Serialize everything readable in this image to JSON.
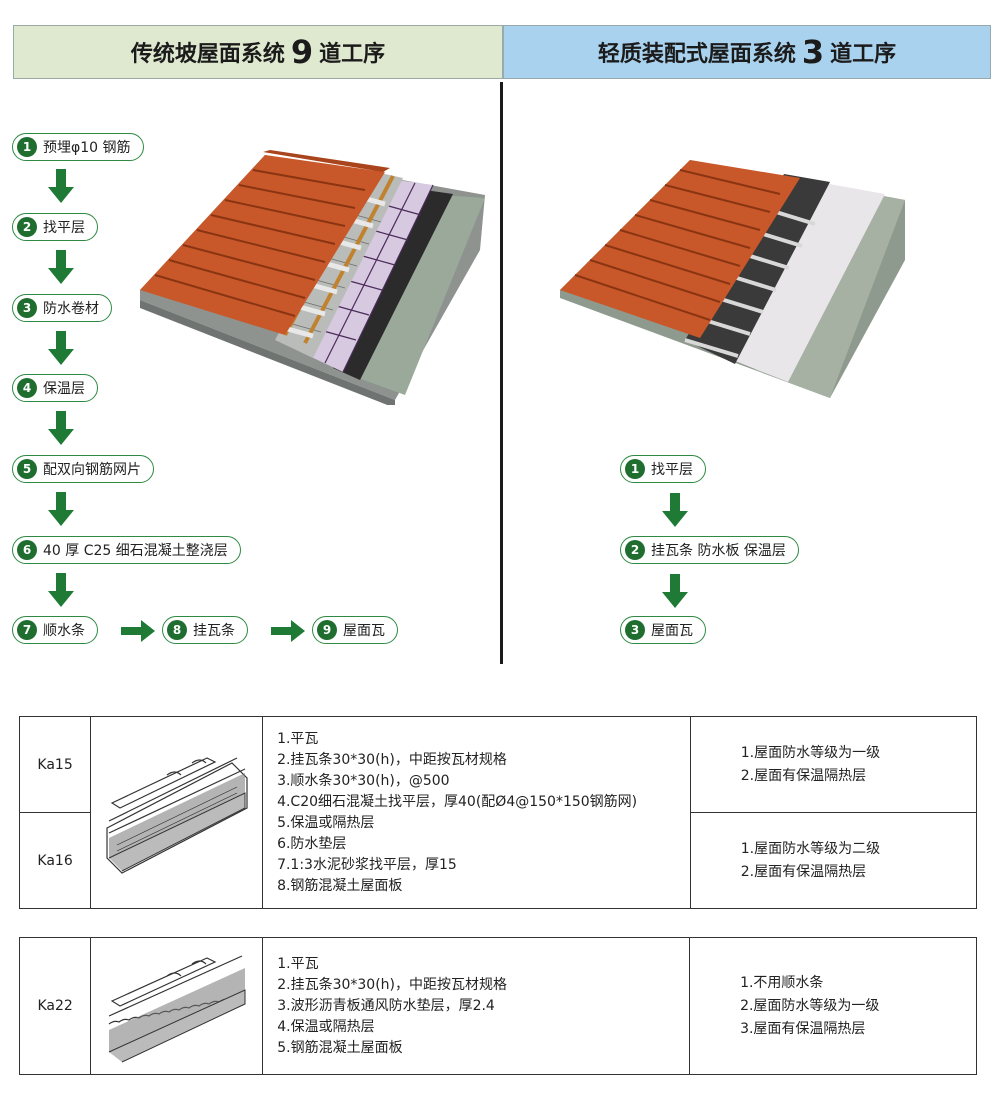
{
  "header_left": {
    "prefix": "传统坡屋面系统",
    "number": "9",
    "suffix": "道工序"
  },
  "header_right": {
    "prefix": "轻质装配式屋面系统",
    "number": "3",
    "suffix": "道工序"
  },
  "left_steps": [
    {
      "n": "1",
      "label": "预埋φ10 钢筋"
    },
    {
      "n": "2",
      "label": "找平层"
    },
    {
      "n": "3",
      "label": "防水卷材"
    },
    {
      "n": "4",
      "label": "保温层"
    },
    {
      "n": "5",
      "label": "配双向钢筋网片"
    },
    {
      "n": "6",
      "label": "40 厚 C25 细石混凝土整浇层"
    },
    {
      "n": "7",
      "label": "顺水条"
    },
    {
      "n": "8",
      "label": "挂瓦条"
    },
    {
      "n": "9",
      "label": "屋面瓦"
    }
  ],
  "right_steps": [
    {
      "n": "1",
      "label": "找平层"
    },
    {
      "n": "2",
      "label": "挂瓦条  防水板   保温层"
    },
    {
      "n": "3",
      "label": "屋面瓦"
    }
  ],
  "colors": {
    "step_green": "#1f6e2f",
    "arrow_green": "#1f7a36",
    "tile": "#c8582a",
    "header_left_bg": "#dfe9cf",
    "header_right_bg": "#a9d2ee"
  },
  "table1": {
    "rows": [
      {
        "code": "Ka15",
        "notes": [
          "1.屋面防水等级为一级",
          "2.屋面有保温隔热层"
        ]
      },
      {
        "code": "Ka16",
        "notes": [
          "1.屋面防水等级为二级",
          "2.屋面有保温隔热层"
        ]
      }
    ],
    "layers": [
      "1.平瓦",
      "2.挂瓦条30*30(h)，中距按瓦材规格",
      "3.顺水条30*30(h)，@500",
      "4.C20细石混凝土找平层，厚40(配Ø4@150*150钢筋网)",
      "5.保温或隔热层",
      "6.防水垫层",
      "7.1:3水泥砂浆找平层，厚15",
      "8.钢筋混凝土屋面板"
    ]
  },
  "table2": {
    "code": "Ka22",
    "layers": [
      "1.平瓦",
      "2.挂瓦条30*30(h)，中距按瓦材规格",
      "3.波形沥青板通风防水垫层，厚2.4",
      "4.保温或隔热层",
      "5.钢筋混凝土屋面板"
    ],
    "notes": [
      "1.不用顺水条",
      "2.屋面防水等级为一级",
      "3.屋面有保温隔热层"
    ]
  }
}
